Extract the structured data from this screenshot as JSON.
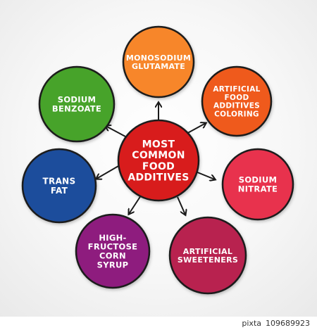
{
  "diagram": {
    "center": {
      "lines": [
        "MOST",
        "COMMON",
        "FOOD",
        "ADDITIVES"
      ],
      "color": "#d81e1e"
    },
    "nodes": [
      {
        "id": "monosodium-glutamate",
        "lines": [
          "MONOSODIUM",
          "GLUTAMATE"
        ],
        "color": "#f7862b"
      },
      {
        "id": "artificial-food-additives-coloring",
        "lines": [
          "ARTIFICIAL",
          "FOOD",
          "ADDITIVES",
          "COLORING"
        ],
        "color": "#ef5a1a"
      },
      {
        "id": "sodium-nitrate",
        "lines": [
          "SODIUM",
          "NITRATE"
        ],
        "color": "#e8304e"
      },
      {
        "id": "artificial-sweeteners",
        "lines": [
          "ARTIFICIAL",
          "SWEETENERS"
        ],
        "color": "#b8234f"
      },
      {
        "id": "high-fructose-corn-syrup",
        "lines": [
          "HIGH-",
          "FRUCTOSE",
          "CORN",
          "SYRUP"
        ],
        "color": "#8e1c7e"
      },
      {
        "id": "trans-fat",
        "lines": [
          "TRANS",
          "FAT"
        ],
        "color": "#1f4e9c"
      },
      {
        "id": "sodium-benzoate",
        "lines": [
          "SODIUM",
          "BENZOATE"
        ],
        "color": "#46a32a"
      }
    ],
    "outline_color": "#1a1a1a",
    "arrow_color": "#1a1a1a"
  },
  "watermark": {
    "brand": "pixta",
    "id": "109689923"
  }
}
